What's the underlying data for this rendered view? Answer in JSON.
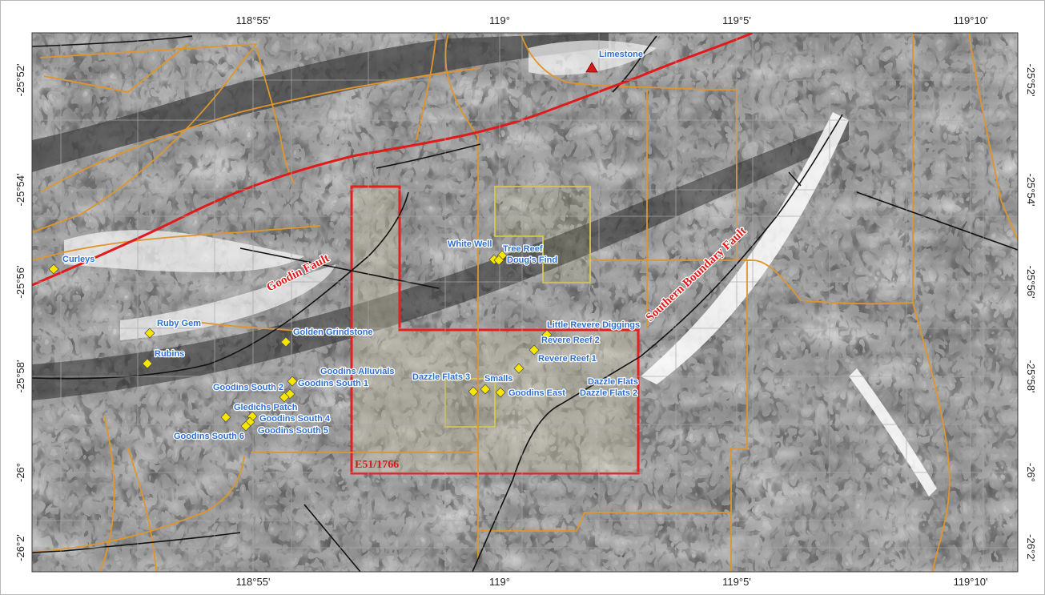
{
  "map": {
    "longitude_ticks": [
      {
        "id": "118-55",
        "label": "118°55'"
      },
      {
        "id": "119-00",
        "label": "119°"
      },
      {
        "id": "119-05",
        "label": "119°5'"
      },
      {
        "id": "119-10",
        "label": "119°10'"
      }
    ],
    "latitude_ticks": [
      {
        "id": "25-52",
        "label": "-25°52'"
      },
      {
        "id": "25-54",
        "label": "-25°54'"
      },
      {
        "id": "25-56",
        "label": "-25°56'"
      },
      {
        "id": "25-58",
        "label": "-25°58'"
      },
      {
        "id": "26-00",
        "label": "-26°"
      },
      {
        "id": "26-02",
        "label": "-26°2'"
      }
    ],
    "faults": [
      {
        "id": "goodin-fault",
        "label": "Goodin Fault"
      },
      {
        "id": "southern-boundary-fault",
        "label": "Southern Boundary Fault"
      }
    ],
    "tenement": {
      "label": "E51/1766"
    },
    "sites": [
      {
        "id": "limestone",
        "name": "Limestone",
        "symbol": "triangle"
      },
      {
        "id": "curleys",
        "name": "Curleys",
        "symbol": "diamond"
      },
      {
        "id": "ruby-gem",
        "name": "Ruby Gem",
        "symbol": "diamond"
      },
      {
        "id": "rubins",
        "name": "Rubins",
        "symbol": "diamond"
      },
      {
        "id": "golden-grindstone",
        "name": "Golden Grindstone",
        "symbol": "diamond"
      },
      {
        "id": "goodins-alluvials",
        "name": "Goodins Alluvials",
        "symbol": "diamond"
      },
      {
        "id": "goodins-south-1",
        "name": "Goodins South 1",
        "symbol": "diamond"
      },
      {
        "id": "goodins-south-2",
        "name": "Goodins South 2",
        "symbol": "diamond"
      },
      {
        "id": "gledichs-patch",
        "name": "Gledichs Patch",
        "symbol": "diamond"
      },
      {
        "id": "goodins-south-4",
        "name": "Goodins South 4",
        "symbol": "diamond"
      },
      {
        "id": "goodins-south-5",
        "name": "Goodins South 5",
        "symbol": "diamond"
      },
      {
        "id": "goodins-south-6",
        "name": "Goodins South 6",
        "symbol": "diamond"
      },
      {
        "id": "white-well",
        "name": "White Well",
        "symbol": "diamond"
      },
      {
        "id": "tree-reef",
        "name": "Tree Reef",
        "symbol": "diamond"
      },
      {
        "id": "dougs-find",
        "name": "Doug's Find",
        "symbol": "diamond"
      },
      {
        "id": "little-revere-diggings",
        "name": "Little Revere Diggings",
        "symbol": "diamond"
      },
      {
        "id": "revere-reef-2",
        "name": "Revere Reef 2",
        "symbol": "diamond"
      },
      {
        "id": "revere-reef-1",
        "name": "Revere Reef 1",
        "symbol": "diamond"
      },
      {
        "id": "dazzle-flats-3",
        "name": "Dazzle Flats 3",
        "symbol": "diamond"
      },
      {
        "id": "smalls",
        "name": "Smalls",
        "symbol": "diamond"
      },
      {
        "id": "goodins-east",
        "name": "Goodins East",
        "symbol": "diamond"
      },
      {
        "id": "dazzle-flats",
        "name": "Dazzle Flats",
        "symbol": "diamond"
      },
      {
        "id": "dazzle-flats-2",
        "name": "Dazzle Flats 2",
        "symbol": "diamond"
      }
    ],
    "colors": {
      "frame": "#b8b8b8",
      "grid": "#a9a9a9",
      "road": "#e0952a",
      "fault_major": "#e01b1b",
      "fault_minor": "#111111",
      "tenement_outline": "#e62020",
      "prospect_outline": "#d6c84a",
      "site_marker": "#f6e600",
      "site_label": "#2f6fd0",
      "limestone_marker": "#d81a1a"
    }
  }
}
